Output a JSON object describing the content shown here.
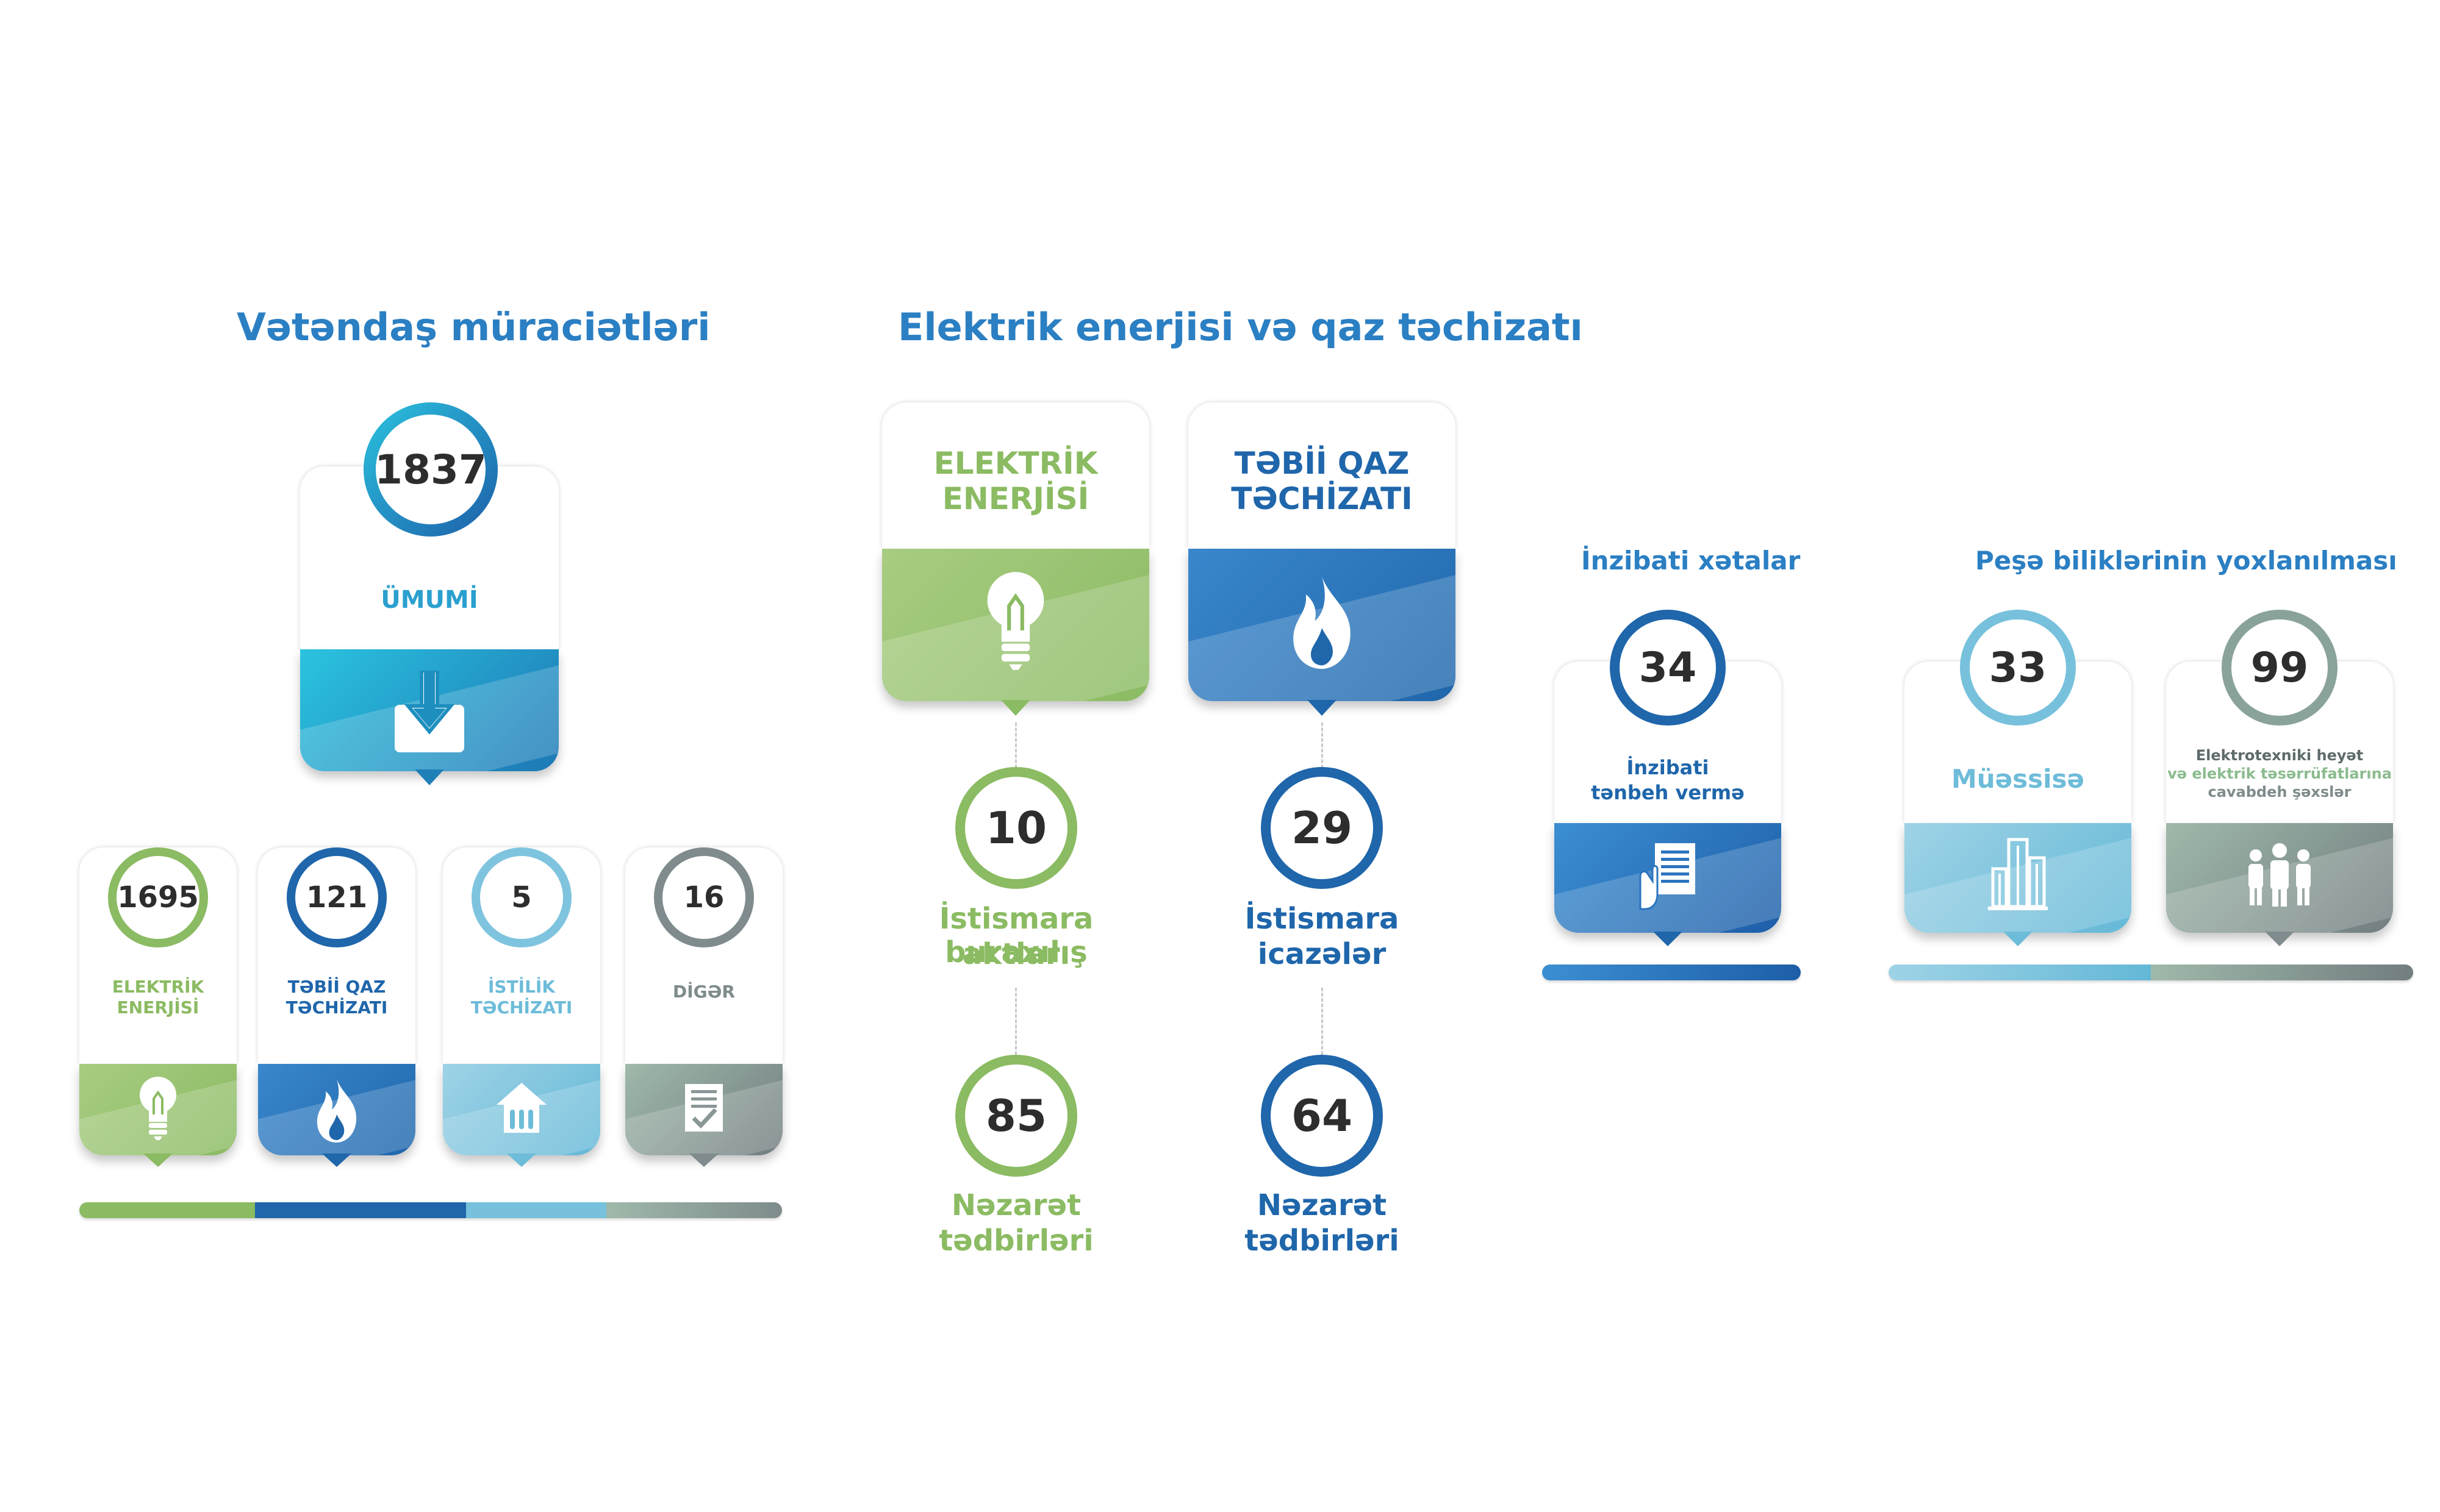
{
  "colors": {
    "title_blue": "#2b7fc3",
    "green": "#8bbb62",
    "blue": "#1f66ab",
    "teal": "#1fa6cc",
    "light_blue": "#77c1dc",
    "grey": "#7f8b8c",
    "text_dark": "#2d2d2d"
  },
  "citizen": {
    "title": "Vətəndaş müraciətləri",
    "total": {
      "value": "1837",
      "label": "ÜMUMİ",
      "icon": "download-icon"
    },
    "items": [
      {
        "value": "1695",
        "label_line1": "ELEKTRİK",
        "label_line2": "ENERJİSİ",
        "icon": "lightbulb-icon"
      },
      {
        "value": "121",
        "label_line1": "TƏBİİ QAZ",
        "label_line2": "TƏCHİZATI",
        "icon": "flame-icon"
      },
      {
        "value": "5",
        "label_line1": "İSTİLİK",
        "label_line2": "TƏCHİZATI",
        "icon": "house-heating-icon"
      },
      {
        "value": "16",
        "label_line1": "DİGƏR",
        "label_line2": "",
        "icon": "document-check-icon"
      }
    ]
  },
  "supply": {
    "title": "Elektrik enerjisi və qaz təchizatı",
    "electric": {
      "label_line1": "ELEKTRİK",
      "label_line2": "ENERJİSİ",
      "icon": "lightbulb-icon",
      "metric1": {
        "value": "10",
        "label_line1": "İstismara buraxılış",
        "label_line2": "aktları"
      },
      "metric2": {
        "value": "85",
        "label_line1": "Nəzarət",
        "label_line2": "tədbirləri"
      }
    },
    "gas": {
      "label_line1": "TƏBİİ QAZ",
      "label_line2": "TƏCHİZATI",
      "icon": "flame-icon",
      "metric1": {
        "value": "29",
        "label_line1": "İstismara",
        "label_line2": "icazələr"
      },
      "metric2": {
        "value": "64",
        "label_line1": "Nəzarət",
        "label_line2": "tədbirləri"
      }
    }
  },
  "admin": {
    "title": "İnzibati xətalar",
    "value": "34",
    "label_line1": "İnzibati",
    "label_line2": "tənbeh vermə",
    "icon": "hand-document-icon"
  },
  "skills": {
    "title": "Peşə biliklərinin yoxlanılması",
    "items": [
      {
        "value": "33",
        "label_line1": "Müəssisə",
        "label_line2": "",
        "label_line3": "",
        "icon": "buildings-icon"
      },
      {
        "value": "99",
        "label_line1": "Elektrotexniki heyət",
        "label_line2": "və elektrik təsərrüfatlarına",
        "label_line3": "cavabdeh şəxslər",
        "icon": "people-icon"
      }
    ]
  }
}
